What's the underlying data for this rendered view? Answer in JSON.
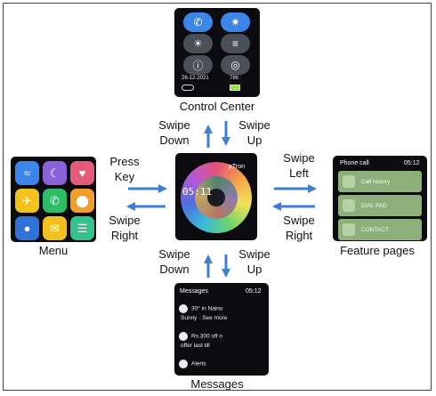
{
  "control_center": {
    "label": "Control Center",
    "date": "26-12-2021",
    "extra": "788",
    "buttons": [
      {
        "icon": "phone-icon",
        "color": "#3b86e8",
        "glyph": "✆"
      },
      {
        "icon": "brightness-icon",
        "color": "#3b86e8",
        "glyph": "✷"
      },
      {
        "icon": "sun-icon",
        "color": "#4b4f57",
        "glyph": "☀"
      },
      {
        "icon": "list-icon",
        "color": "#4b4f57",
        "glyph": "≡"
      },
      {
        "icon": "info-icon",
        "color": "#4b4f57",
        "glyph": "ⓘ"
      },
      {
        "icon": "settings-icon",
        "color": "#4b4f57",
        "glyph": "◎"
      }
    ]
  },
  "watchface": {
    "brand": "pTron",
    "time": "05:11"
  },
  "menu": {
    "label": "Menu",
    "apps": [
      {
        "icon": "activity-icon",
        "color": "#3b86e8",
        "glyph": "≈"
      },
      {
        "icon": "sleep-icon",
        "color": "#8b63d8",
        "glyph": "☾"
      },
      {
        "icon": "heart-icon",
        "color": "#e45a7b",
        "glyph": "♥"
      },
      {
        "icon": "run-icon",
        "color": "#f1c31c",
        "glyph": "✈"
      },
      {
        "icon": "call-icon",
        "color": "#2ebd67",
        "glyph": "✆"
      },
      {
        "icon": "temperature-icon",
        "color": "#f0a028",
        "glyph": "⬤"
      },
      {
        "icon": "weather-icon",
        "color": "#2f73d8",
        "glyph": "●"
      },
      {
        "icon": "message-icon",
        "color": "#f0c020",
        "glyph": "✉"
      },
      {
        "icon": "chat-icon",
        "color": "#33c28b",
        "glyph": "☰"
      }
    ]
  },
  "feature_pages": {
    "label": "Feature pages",
    "header": "Phone call",
    "time": "05:12",
    "rows": [
      "Call history",
      "DIAL PAD",
      "CONTACT"
    ]
  },
  "messages": {
    "label": "Messages",
    "header": "Messages",
    "time": "05:12",
    "items": [
      {
        "line1": "30° in Nainu",
        "line2": "Sunny · See more"
      },
      {
        "line1": "Rs.300 off o",
        "line2": "offer last till"
      },
      {
        "line1": "Alerts",
        "line2": ""
      }
    ]
  },
  "gestures": {
    "up_left": [
      "Swipe",
      "Down"
    ],
    "up_right": [
      "Swipe",
      "Up"
    ],
    "right_top": [
      "Swipe",
      "Left"
    ],
    "right_bottom": [
      "Swipe",
      "Right"
    ],
    "left_top": [
      "Press",
      "Key"
    ],
    "left_bottom": [
      "Swipe",
      "Right"
    ],
    "down_left": [
      "Swipe",
      "Down"
    ],
    "down_right": [
      "Swipe",
      "Up"
    ]
  },
  "colors": {
    "arrow": "#3f7fd0",
    "feature_row": "#8db07a"
  }
}
